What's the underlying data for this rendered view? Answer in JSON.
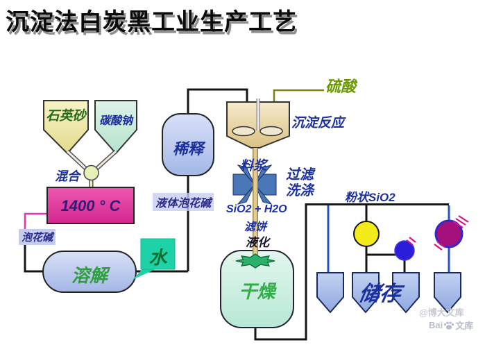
{
  "title": "沉淀法白炭黑工业生产工艺",
  "process": {
    "quartz_sand": "石英砂",
    "sodium_carbonate": "碳酸钠",
    "mixing": "混合",
    "furnace_temp": "1400 ° C",
    "sodium_silicate": "泡花碱",
    "dissolve": "溶解",
    "water": "水",
    "liquid_sodium_silicate": "液体泡花碱",
    "dilution": "稀释",
    "sulfuric_acid": "硫酸",
    "precipitation_reaction": "沉淀反应",
    "slurry": "料浆",
    "filtration": "过滤",
    "washing": "洗涤",
    "sio2_h2o": "SiO2 + H2O",
    "filter_cake": "滤饼",
    "liquefaction": "液化",
    "drying": "干燥",
    "powder_sio2": "粉状SiO2",
    "storage": "储存"
  },
  "watermark": {
    "credit": "@博大文库",
    "brand_prefix": "Bai",
    "brand_suffix": "文库"
  },
  "colors": {
    "title_text": "#0b0b0b",
    "furnace_box": "#d83098",
    "water_box": "#1ed1a6",
    "valve_blue": "#4a77b8",
    "acid_line_olive": "#7e7e10",
    "pipe_black": "#151515",
    "pipe_blue": "#2a50c8",
    "pipe_magenta": "#e832ae",
    "label_blue_text": "#1b2f9e",
    "green_text": "#2f9e3f",
    "quartz_hopper": "#efe9a8",
    "soda_hopper": "#cdeada",
    "vessel_periwinkle": "#b9c8ec",
    "reactor_tan": "#e9d6a4",
    "dryer_mint": "#cdeee2",
    "storage_hopper": "#a9c0ec",
    "yellow_unit": "#f4ec1a",
    "blue_unit": "#2a1ed8",
    "magenta_unit": "#a5107c"
  }
}
